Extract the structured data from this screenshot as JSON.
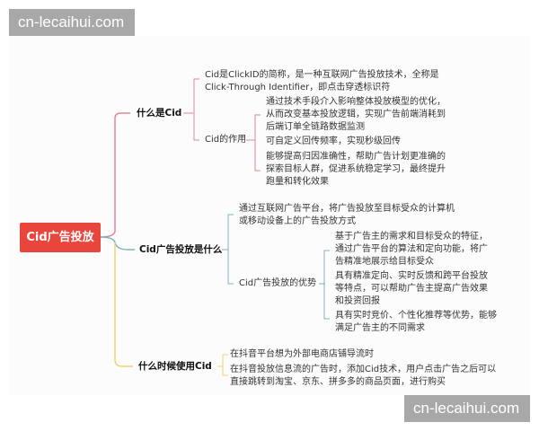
{
  "watermark": {
    "top": "cn-lecaihui.com",
    "bottom": "cn-lecaihui.com"
  },
  "colors": {
    "root": "#e8453c",
    "branch1": "#d98a95",
    "branch2": "#7fb3bd",
    "branch3": "#f0d27a"
  },
  "root": {
    "label": "Cid广告投放"
  },
  "branches": [
    {
      "label": "什么是Cid",
      "children": [
        {
          "lines": [
            "Cid是ClickID的简称，是一种互联网广告投放技术，全称是",
            "Click-Through Identifier，即点击穿透标识符"
          ]
        },
        {
          "label": "Cid的作用",
          "children": [
            {
              "lines": [
                "通过技术手段介入影响整体投放模型的优化，",
                "从而改变基本投放逻辑，实现广告前端消耗到",
                "后端订单全链路数据监测"
              ]
            },
            {
              "lines": [
                "可自定义回传频率，实现秒级回传"
              ]
            },
            {
              "lines": [
                "能够提高归因准确性，帮助广告计划更准确的",
                "探索目标人群，促进系统稳定学习，最终提升",
                "跑量和转化效果"
              ]
            }
          ]
        }
      ]
    },
    {
      "label": "Cid广告投放是什么",
      "children": [
        {
          "lines": [
            "通过互联网广告平台，将广告投放至目标受众的计算机",
            "或移动设备上的广告投放方式"
          ]
        },
        {
          "label": "Cid广告投放的优势",
          "children": [
            {
              "lines": [
                "基于广告主的需求和目标受众的特征，",
                "通过广告平台的算法和定向功能，将广",
                "告精准地展示给目标受众"
              ]
            },
            {
              "lines": [
                "具有精准定向、实时反馈和跨平台投放",
                "等特点，可以帮助广告主提高广告效果",
                "和投资回报"
              ]
            },
            {
              "lines": [
                "具有实时竞价、个性化推荐等优势，能够",
                "满足广告主的不同需求"
              ]
            }
          ]
        }
      ]
    },
    {
      "label": "什么时候使用Cid",
      "children": [
        {
          "lines": [
            "在抖音平台想为外部电商店铺导流时"
          ]
        },
        {
          "lines": [
            "在抖音投放信息流的广告时，添加Cid技术，用户点击广告之后可以",
            "直接跳转到淘宝、京东、拼多多的商品页面，进行购买"
          ]
        }
      ]
    }
  ]
}
